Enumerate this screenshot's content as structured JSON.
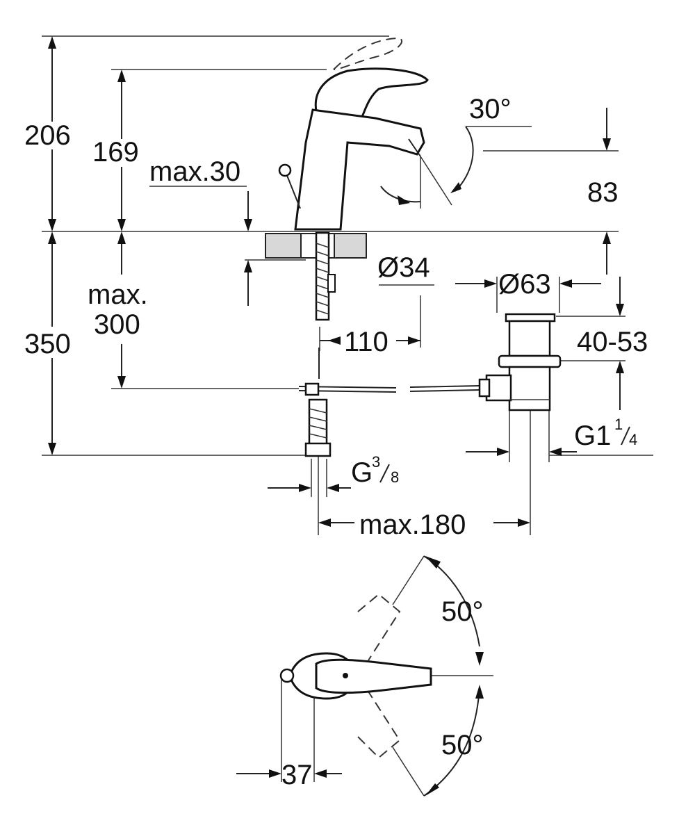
{
  "drawing": {
    "labels": {
      "height_total": "206",
      "height_spout": "169",
      "max_deck": "max.30",
      "tilt_angle": "30°",
      "spout_height": "83",
      "hole_diameter": "Ø34",
      "popup_diameter": "Ø63",
      "max_hose_top": "max.",
      "max_hose_bottom": "300",
      "height_under": "350",
      "spout_reach": "110",
      "popup_range": "40-53",
      "waste_thread_main": "G1",
      "waste_thread_num": "1",
      "waste_thread_den": "4",
      "supply_thread_main": "G",
      "supply_thread_num": "3",
      "supply_thread_den": "8",
      "max_distance": "max.180",
      "rotation_upper": "50°",
      "rotation_lower": "50°",
      "lever_offset": "37"
    }
  }
}
